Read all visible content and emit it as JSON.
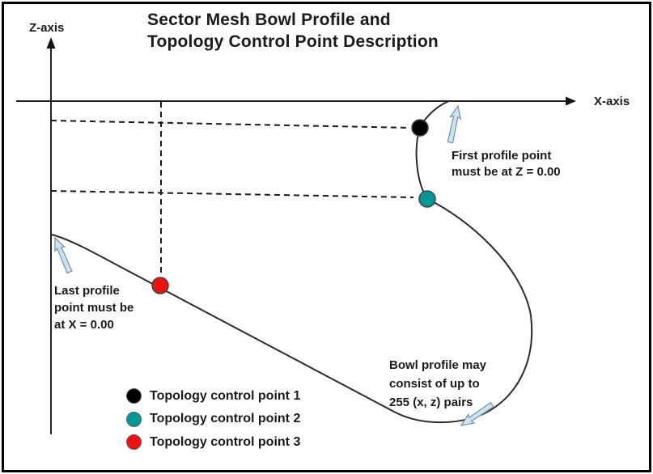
{
  "title": {
    "line1": "Sector Mesh Bowl Profile and",
    "line2": "Topology Control Point Description"
  },
  "axes": {
    "z": "Z-axis",
    "x": "X-axis"
  },
  "annotations": {
    "first": {
      "line1": "First profile point",
      "line2": "must be at Z = 0.00"
    },
    "last": {
      "line1": "Last profile",
      "line2": "point must be",
      "line3": "at X = 0.00"
    },
    "bowl": {
      "line1": "Bowl profile may",
      "line2": "consist of up to",
      "line3": "255 (x, z) pairs"
    }
  },
  "legend": {
    "items": [
      {
        "label": "Topology control point 1",
        "color": "#000000"
      },
      {
        "label": "Topology control point 2",
        "color": "#009897"
      },
      {
        "label": "Topology control point 3",
        "color": "#ee1111"
      }
    ]
  },
  "points": [
    {
      "name": "Topology control point 1",
      "color": "#000000"
    },
    {
      "name": "Topology control point 2",
      "color": "#009897"
    },
    {
      "name": "Topology control point 3",
      "color": "#ee1111"
    }
  ],
  "colors": {
    "arrow_fill": "#c9e5f5",
    "arrow_stroke": "#7f95a6",
    "line": "#222222"
  }
}
